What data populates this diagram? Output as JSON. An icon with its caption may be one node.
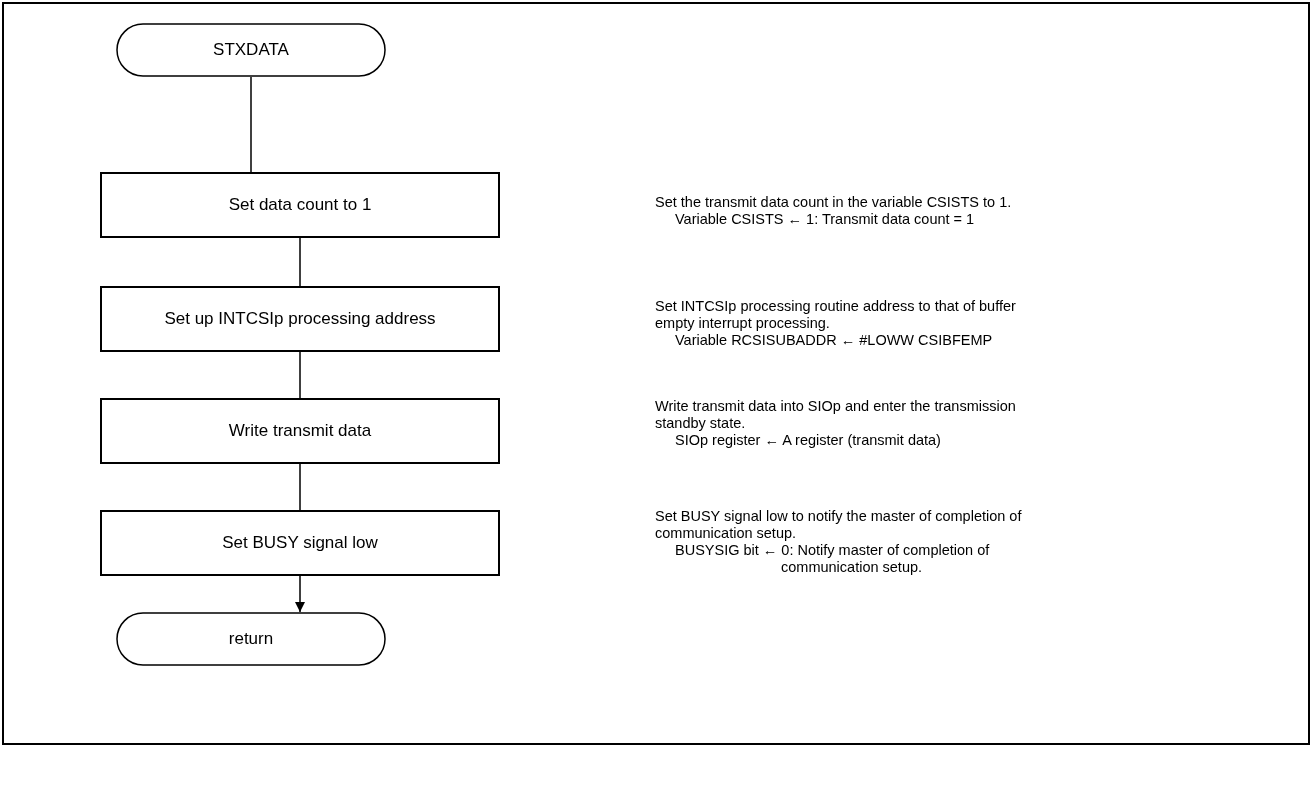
{
  "diagram": {
    "nodes": [
      {
        "text": [
          "STXDATA"
        ]
      },
      {
        "text": [
          "Set data count to 1"
        ],
        "beside": [
          "Set the transmit data count in the variable CSISTS to 1.",
          "Variable CSISTS ← 1: Transmit data count = 1"
        ]
      },
      {
        "text": [
          "Set up INTCSIp processing address"
        ],
        "beside": [
          "Set INTCSIp processing routine address to that of buffer empty interrupt processing.",
          "Variable RCSISUBADDR ← #LOWW CSIBFEMP"
        ]
      },
      {
        "text": [
          "Write transmit data"
        ],
        "beside": [
          "Write transmit data into SIOp and enter the transmission standby state.",
          "SIOp register ← A register (transmit data)"
        ]
      },
      {
        "text": [
          "Set BUSY signal low"
        ],
        "beside": [
          "Set BUSY signal low to notify the master of completion of communication setup.",
          "BUSYSIG bit ← 0: Notify master of completion of communication setup."
        ]
      },
      {
        "text": [
          "return"
        ]
      }
    ],
    "edges": [
      {
        "from": 0,
        "to": 1,
        "arrow": "none"
      },
      {
        "from": 1,
        "to": 2,
        "arrow": "none"
      },
      {
        "from": 2,
        "to": 3,
        "arrow": "none"
      },
      {
        "from": 3,
        "to": 4,
        "arrow": "none"
      },
      {
        "from": 4,
        "to": 5,
        "arrow": "to"
      }
    ]
  }
}
